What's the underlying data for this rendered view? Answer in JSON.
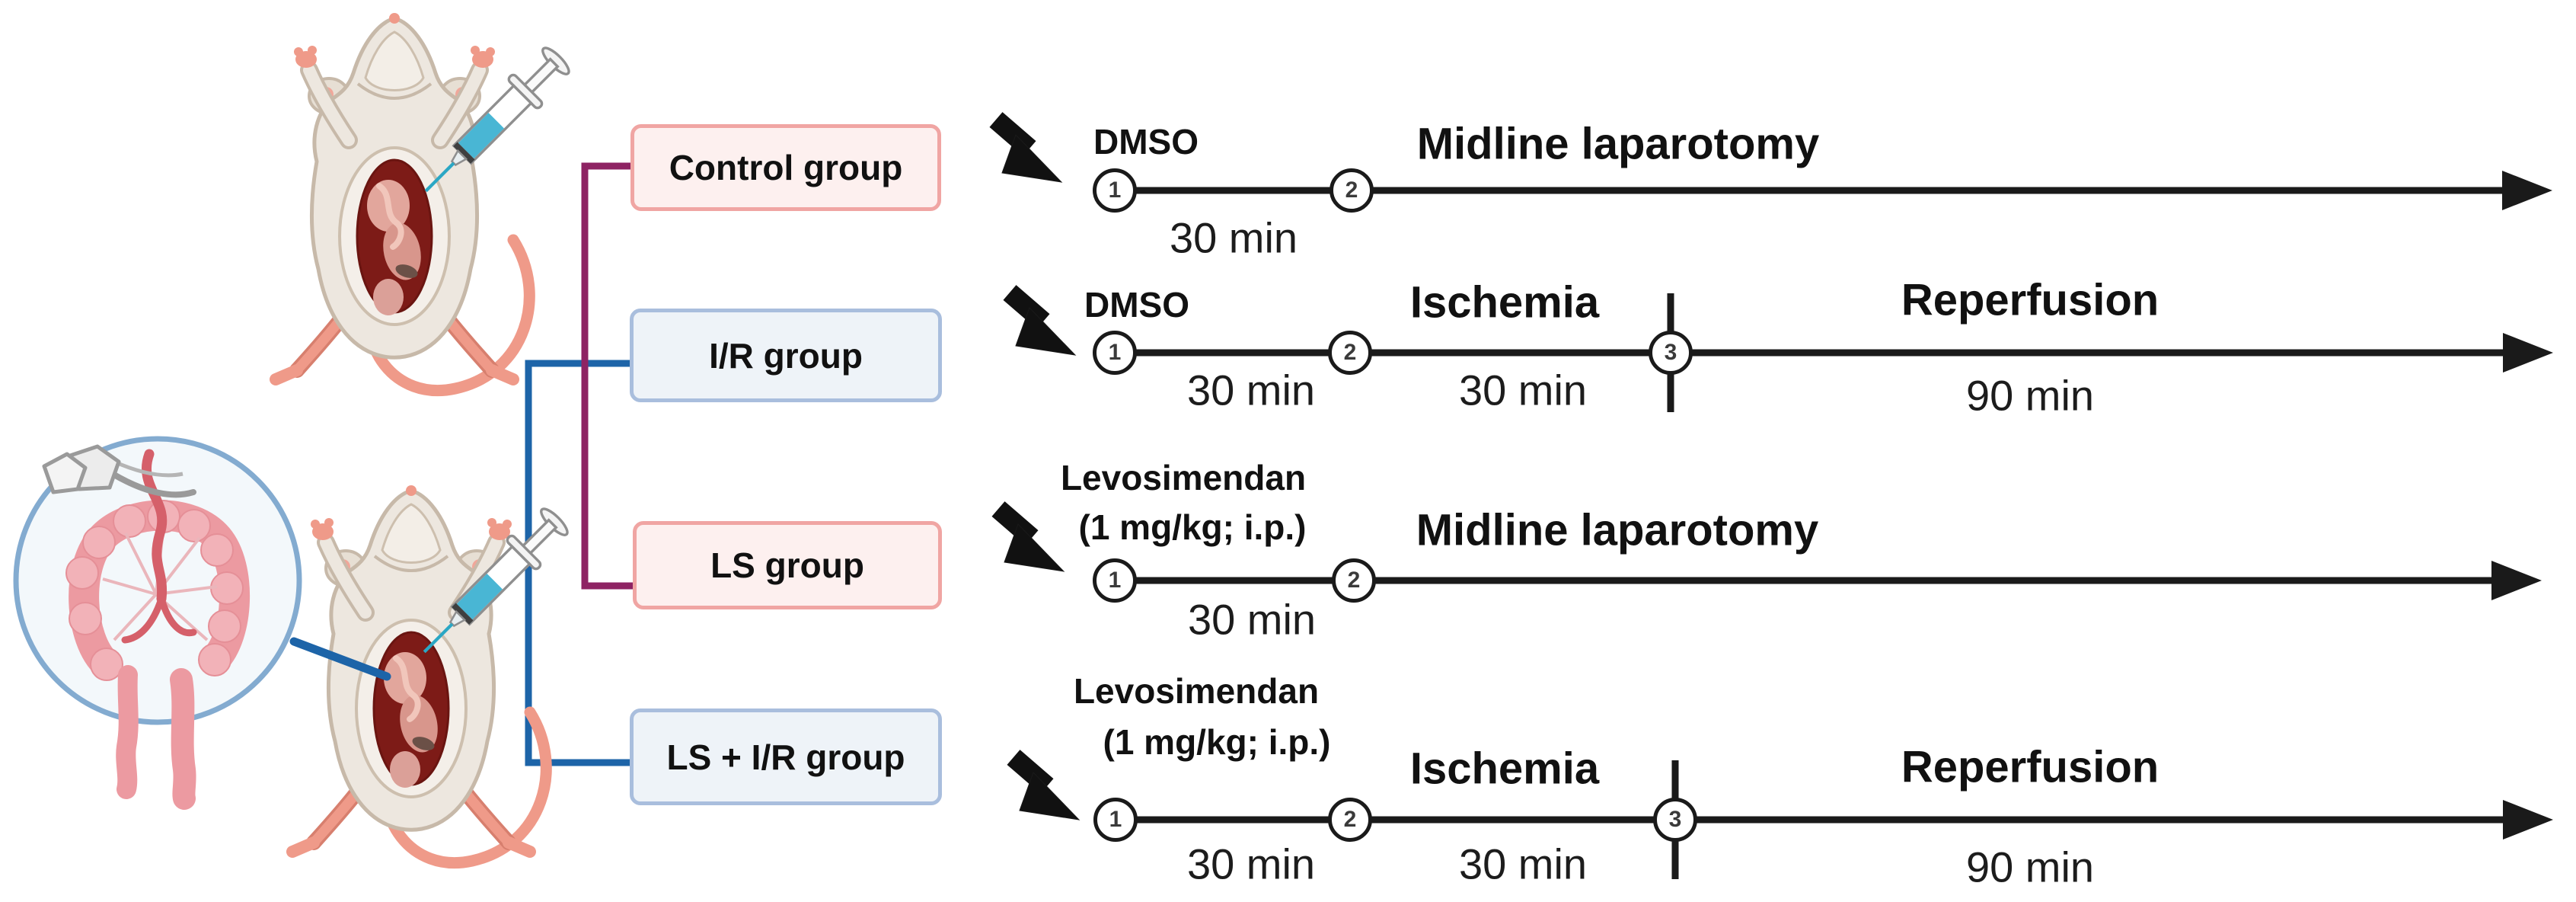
{
  "groups": {
    "control": "Control group",
    "ir": "I/R group",
    "ls": "LS group",
    "ls_ir": "LS + I/R group"
  },
  "rows": {
    "r1": {
      "drug": "DMSO",
      "phase1": "Midline laparotomy",
      "d1": "30 min",
      "n1": "1",
      "n2": "2"
    },
    "r2": {
      "drug": "DMSO",
      "phase1": "Ischemia",
      "phase2": "Reperfusion",
      "d1": "30 min",
      "d2": "30 min",
      "d3": "90 min",
      "n1": "1",
      "n2": "2",
      "n3": "3"
    },
    "r3": {
      "drug1": "Levosimendan",
      "drug2": "(1 mg/kg; i.p.)",
      "phase1": "Midline laparotomy",
      "d1": "30 min",
      "n1": "1",
      "n2": "2"
    },
    "r4": {
      "drug1": "Levosimendan",
      "drug2": "(1 mg/kg; i.p.)",
      "phase1": "Ischemia",
      "phase2": "Reperfusion",
      "d1": "30 min",
      "d2": "30 min",
      "d3": "90 min",
      "n1": "1",
      "n2": "2",
      "n3": "3"
    }
  },
  "colors": {
    "pink_box_fill": "#fdf0ef",
    "pink_box_border": "#f0a5a3",
    "blue_box_fill": "#eef3f8",
    "blue_box_border": "#a9bedd",
    "maroon_connector": "#8e2363",
    "blue_connector": "#1d64a8",
    "timeline_black": "#1a1a1a",
    "syringe_fluid": "#49b6d4",
    "mouse_body": "#ede7df",
    "mouse_outline": "#c7b9a9",
    "limb_pink": "#ef9a89",
    "cavity_red": "#7d1b17",
    "intestine_pink": "#ec9aa1",
    "magnifier_blue": "#83abd0",
    "vessel_red": "#d5606a"
  },
  "icons": {
    "injection_arrow": "bold-arrow-down-right",
    "timeline_arrowhead": "right-arrowhead",
    "clamp": "surgical-clamp",
    "syringe": "syringe-with-cyan-fluid",
    "magnifier": "zoom-circle-intestines"
  }
}
